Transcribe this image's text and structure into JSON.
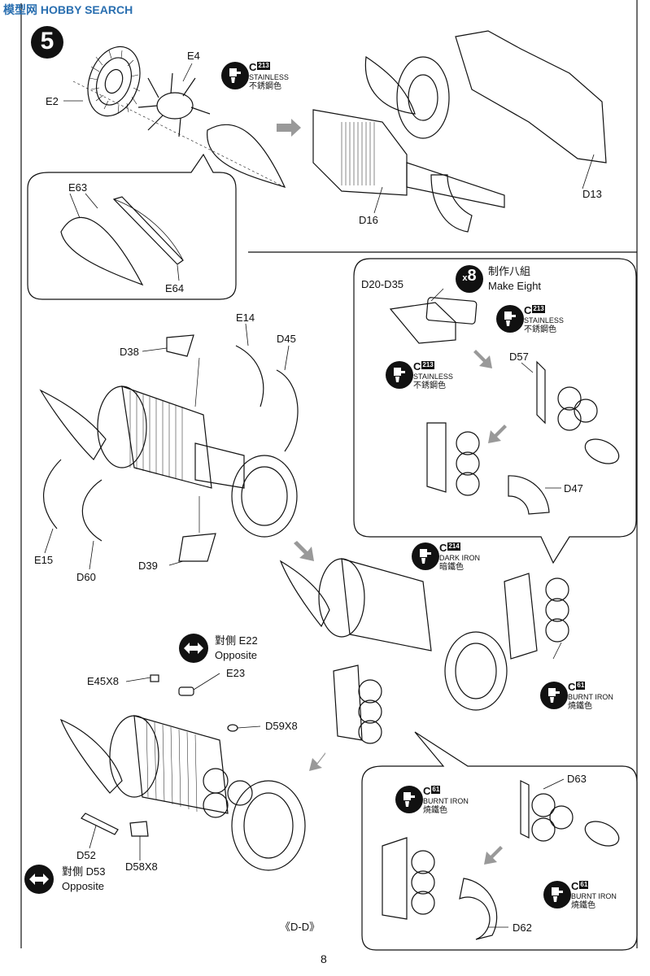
{
  "header": {
    "watermark": "模型网 HOBBY SEARCH"
  },
  "step": {
    "number": "5"
  },
  "parts": {
    "e2": "E2",
    "e4": "E4",
    "e63": "E63",
    "e64": "E64",
    "d13": "D13",
    "d16": "D16",
    "d20_d35": "D20-D35",
    "d57": "D57",
    "d47": "D47",
    "e14": "E14",
    "d45": "D45",
    "d38": "D38",
    "e15": "E15",
    "d60": "D60",
    "d39": "D39",
    "e45x8": "E45X8",
    "e23": "E23",
    "d59x8": "D59X8",
    "d52": "D52",
    "d58x8": "D58X8",
    "d63": "D63",
    "d62": "D62"
  },
  "make_eight": {
    "count_prefix": "x",
    "count": "8",
    "zh": "制作八組",
    "en": "Make Eight"
  },
  "paints": [
    {
      "code": "C",
      "num": "213",
      "name": "STAINLESS",
      "zh": "不銹鋼色"
    },
    {
      "code": "C",
      "num": "213",
      "name": "STAINLESS",
      "zh": "不銹鋼色"
    },
    {
      "code": "C",
      "num": "213",
      "name": "STAINLESS",
      "zh": "不銹鋼色"
    },
    {
      "code": "C",
      "num": "214",
      "name": "DARK IRON",
      "zh": "暗鐵色"
    },
    {
      "code": "C",
      "num": "61",
      "name": "BURNT IRON",
      "zh": "燒鐵色"
    },
    {
      "code": "C",
      "num": "61",
      "name": "BURNT IRON",
      "zh": "燒鐵色"
    },
    {
      "code": "C",
      "num": "61",
      "name": "BURNT IRON",
      "zh": "燒鐵色"
    }
  ],
  "opposite": [
    {
      "zh": "對側",
      "part": "E22",
      "en": "Opposite"
    },
    {
      "zh": "對側",
      "part": "D53",
      "en": "Opposite"
    }
  ],
  "footer": {
    "variant": "《D-D》",
    "page": "8"
  }
}
